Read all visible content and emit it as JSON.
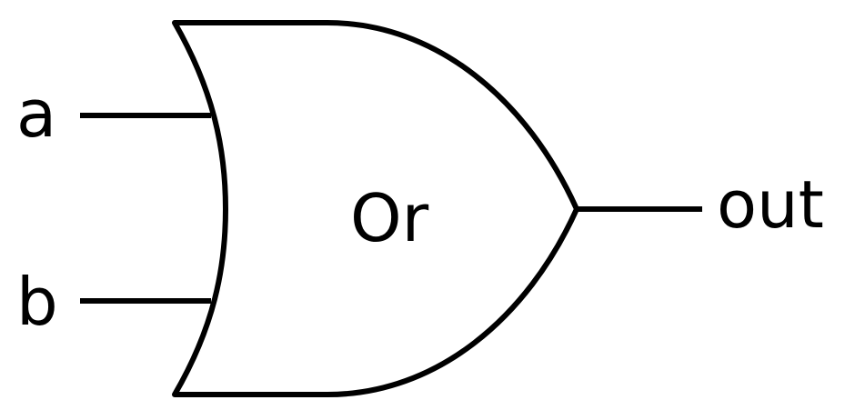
{
  "gate": {
    "type": "or-gate",
    "label": "Or"
  },
  "inputs": [
    {
      "label": "a"
    },
    {
      "label": "b"
    }
  ],
  "output": {
    "label": "out"
  },
  "colors": {
    "stroke": "#000000",
    "fill": "#ffffff",
    "background": "#ffffff"
  }
}
